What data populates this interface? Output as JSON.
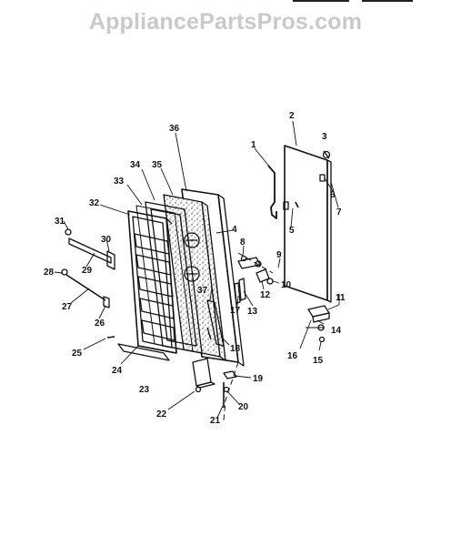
{
  "watermark": {
    "text": "AppliancePartsPros.com"
  },
  "parts": {
    "p1": "1",
    "p2": "2",
    "p3": "3",
    "p4": "4",
    "p5": "5",
    "p6": "6",
    "p7": "7",
    "p8": "8",
    "p9": "9",
    "p10": "10",
    "p11": "11",
    "p12": "12",
    "p13": "13",
    "p14": "14",
    "p15": "15",
    "p16": "16",
    "p17": "17",
    "p18": "18",
    "p19": "19",
    "p20": "20",
    "p21": "21",
    "p22": "22",
    "p23": "23",
    "p24": "24",
    "p25": "25",
    "p26": "26",
    "p27": "27",
    "p28": "28",
    "p29": "29",
    "p30": "30",
    "p31": "31",
    "p32": "32",
    "p33": "33",
    "p34": "34",
    "p35": "35",
    "p36": "36",
    "p37": "37"
  }
}
